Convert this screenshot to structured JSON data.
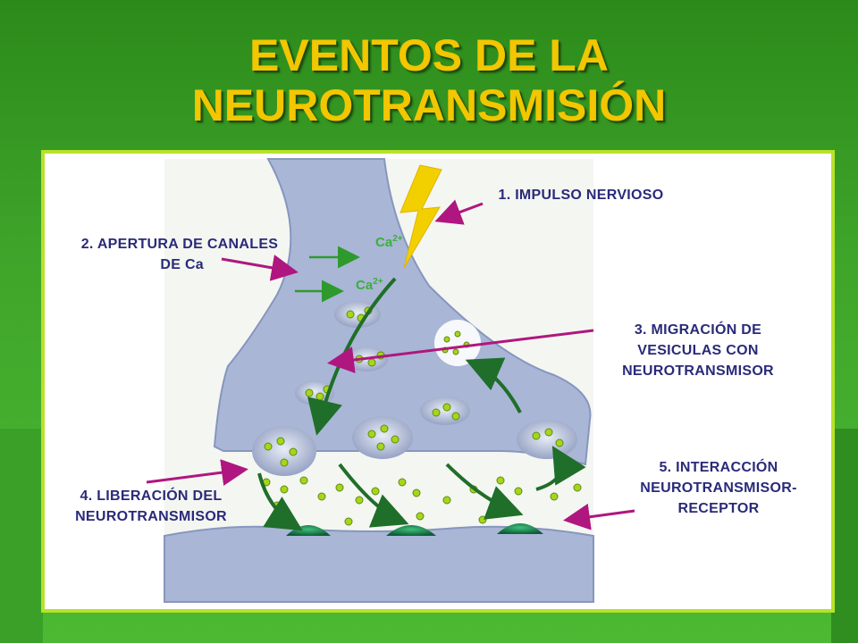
{
  "title": {
    "line1": "EVENTOS DE LA",
    "line2": "NEUROTRANSMISIÓN"
  },
  "labels": {
    "impulso": "1. IMPULSO NERVIOSO",
    "apertura_l1": "2. APERTURA DE CANALES",
    "apertura_l2": "DE Ca",
    "migracion_l1": "3. MIGRACIÓN DE",
    "migracion_l2": "VESICULAS CON",
    "migracion_l3": "NEUROTRANSMISOR",
    "liberacion_l1": "4. LIBERACIÓN DEL",
    "liberacion_l2": "NEUROTRANSMISOR",
    "interaccion_l1": "5. INTERACCIÓN",
    "interaccion_l2": "NEUROTRANSMISOR-",
    "interaccion_l3": "RECEPTOR"
  },
  "ions": {
    "ca_base": "Ca",
    "ca_charge": "2+"
  },
  "colors": {
    "title": "#f2c600",
    "label_text": "#2a2a7a",
    "pointer_arrow": "#b0167f",
    "green_arrow": "#2e9a2e",
    "neuron": "#a9b6d6",
    "panel_border": "#b8e22a"
  }
}
